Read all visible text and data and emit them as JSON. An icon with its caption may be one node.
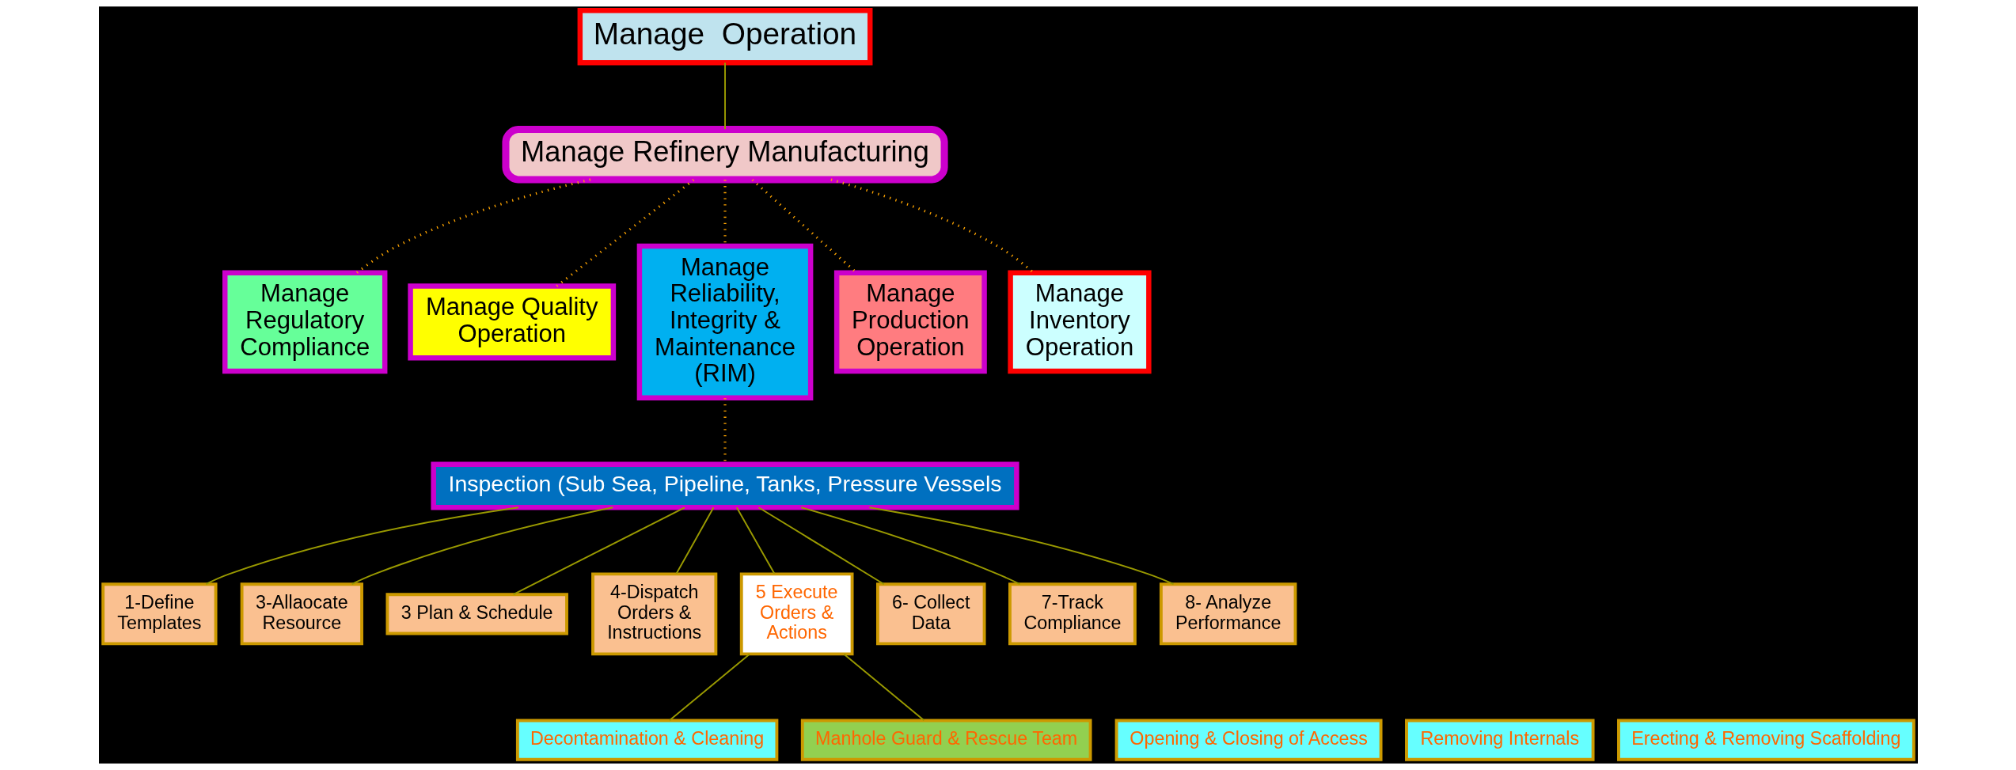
{
  "diagram": {
    "nodes": [
      {
        "text": [
          "Manage  Operation"
        ]
      },
      {
        "text": [
          "Manage Refinery Manufacturing"
        ]
      },
      {
        "text": [
          "Manage Regulatory Compliance"
        ]
      },
      {
        "text": [
          "Manage Quality Operation"
        ]
      },
      {
        "text": [
          "Manage  Reliability, Integrity & Maintenance (RIM)"
        ]
      },
      {
        "text": [
          "Manage Production Operation"
        ]
      },
      {
        "text": [
          "Manage Inventory Operation"
        ]
      },
      {
        "text": [
          "Inspection (Sub Sea, Pipeline, Tanks, Pressure Vessels"
        ]
      },
      {
        "text": [
          "1-Define Templates"
        ]
      },
      {
        "text": [
          "3-Allaocate Resource"
        ]
      },
      {
        "text": [
          "3 Plan & Schedule"
        ]
      },
      {
        "text": [
          "4-Dispatch Orders & Instructions"
        ]
      },
      {
        "text": [
          "5 Execute Orders & Actions"
        ]
      },
      {
        "text": [
          "6- Collect Data"
        ]
      },
      {
        "text": [
          "7-Track Compliance"
        ]
      },
      {
        "text": [
          "8- Analyze Performance"
        ]
      },
      {
        "text": [
          "Decontamination & Cleaning"
        ]
      },
      {
        "text": [
          "Opening & Closing of Access"
        ]
      },
      {
        "text": [
          "Removing Internals"
        ]
      },
      {
        "text": [
          "Erecting & Removing Scaffolding"
        ]
      },
      {
        "text": [
          "Manhole Guard & Rescue Team"
        ]
      }
    ],
    "edges": [
      {
        "from": 0,
        "to": 1,
        "arrow": "none"
      },
      {
        "from": 1,
        "to": 2,
        "arrow": "none",
        "style": "dashed",
        "color": "#ffa500"
      },
      {
        "from": 1,
        "to": 3,
        "arrow": "none",
        "style": "dashed",
        "color": "#ffa500"
      },
      {
        "from": 1,
        "to": 4,
        "arrow": "none",
        "style": "dashed",
        "color": "#ffa500"
      },
      {
        "from": 1,
        "to": 5,
        "arrow": "none",
        "style": "dashed",
        "color": "#ffa500"
      },
      {
        "from": 1,
        "to": 6,
        "arrow": "none",
        "style": "dashed",
        "color": "#ffa500"
      },
      {
        "from": 4,
        "to": 7,
        "arrow": "none",
        "style": "dashed",
        "color": "#ffa500"
      },
      {
        "from": 7,
        "to": 8,
        "arrow": "none"
      },
      {
        "from": 7,
        "to": 9,
        "arrow": "none"
      },
      {
        "from": 7,
        "to": 10,
        "arrow": "none"
      },
      {
        "from": 7,
        "to": 11,
        "arrow": "none"
      },
      {
        "from": 7,
        "to": 12,
        "arrow": "none"
      },
      {
        "from": 7,
        "to": 13,
        "arrow": "none"
      },
      {
        "from": 7,
        "to": 14,
        "arrow": "none"
      },
      {
        "from": 7,
        "to": 15,
        "arrow": "none"
      },
      {
        "from": 12,
        "to": 16,
        "arrow": "none"
      },
      {
        "from": 12,
        "to": 20,
        "arrow": "none"
      }
    ]
  }
}
